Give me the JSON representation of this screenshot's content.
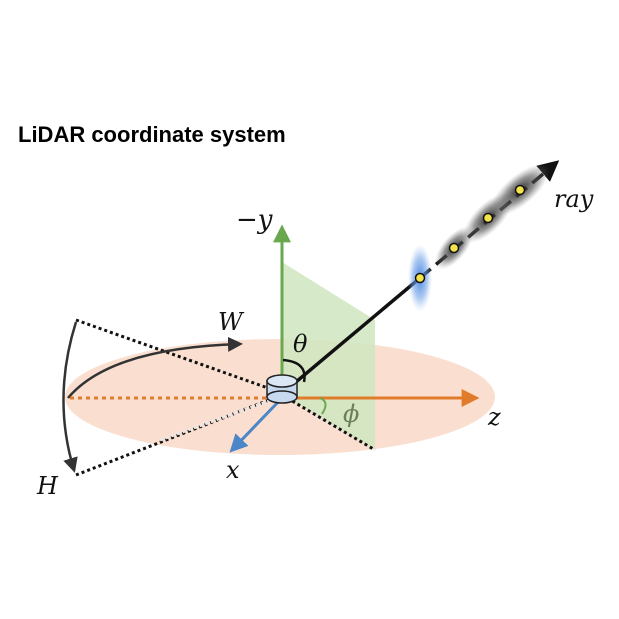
{
  "title": "LiDAR coordinate system",
  "labels": {
    "neg_y": "−y",
    "ray": "ray",
    "theta": "θ",
    "phi": "ϕ",
    "W": "W",
    "H": "H",
    "x": "x",
    "z": "z"
  },
  "colors": {
    "ground_plane": "#f9dccb",
    "vertical_plane": "#cfe6bf",
    "y_axis": "#6aa84f",
    "z_axis": "#e07b2c",
    "x_axis": "#4a86c8",
    "ray": "#111111",
    "sensor": "#c6d9ef",
    "sample_point": "#f2e44a",
    "near_sample_blob": "#4a86e8",
    "far_sample_blob": "#444444"
  },
  "icons": [
    "lidar-sensor-icon"
  ]
}
